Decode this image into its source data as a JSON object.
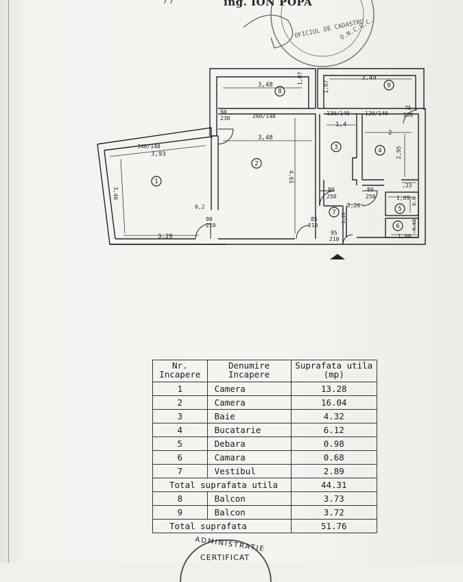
{
  "header": {
    "engineer": "ing. ION POPA",
    "signature_mark": "/ /"
  },
  "stamp_top": {
    "text1": "OFICIUL DE CADASTRU",
    "text2": "O.N.C.G.C."
  },
  "plan": {
    "dims": {
      "d_348_top": "3,48",
      "d_107_left": "1,07",
      "d_107_right": "1,07",
      "d_349": "3,49",
      "d_340_140": "340/140",
      "d_393": "3,93",
      "d_90_230": "90\n230",
      "d_90": "90",
      "d_230": "230",
      "d_260_140": "260/140",
      "d_348_mid": "3,48",
      "d_130_140": "130/140",
      "d_120_140": "120/140",
      "d_75": "75",
      "d_230b": "230",
      "d_14": "1,4",
      "d_2": "2",
      "d_295": "2,95",
      "d_346": "3,46",
      "d_461": "4,61",
      "d_80a": "80",
      "d_250a": "250",
      "d_80b": "80",
      "d_250b": "250",
      "d_23": ",23",
      "d_109a": "1,09",
      "d_09": "0,9",
      "d_02": "0,2",
      "d_226": "2,26",
      "d_90d": "90",
      "d_210d": "210",
      "d_85": "85",
      "d_210e": "210",
      "d_128": "1,28",
      "d_062": "0,62",
      "d_329": "3,29",
      "d_95": "95",
      "d_210f": "210",
      "d_109b": "1,09"
    },
    "rooms": [
      "1",
      "2",
      "3",
      "4",
      "5",
      "6",
      "7",
      "8",
      "9"
    ]
  },
  "table": {
    "headers": {
      "nr": [
        "Nr.",
        "Incapere"
      ],
      "name": [
        "Denumire",
        "Incapere"
      ],
      "area": [
        "Suprafata utila",
        "(mp)"
      ]
    },
    "rows": [
      {
        "nr": "1",
        "name": "Camera",
        "area": "13.28"
      },
      {
        "nr": "2",
        "name": "Camera",
        "area": "16.04"
      },
      {
        "nr": "3",
        "name": "Baie",
        "area": "4.32"
      },
      {
        "nr": "4",
        "name": "Bucatarie",
        "area": "6.12"
      },
      {
        "nr": "5",
        "name": "Debara",
        "area": "0.98"
      },
      {
        "nr": "6",
        "name": "Camara",
        "area": "0.68"
      },
      {
        "nr": "7",
        "name": "Vestibul",
        "area": "2.89"
      }
    ],
    "total_useful": {
      "label": "Total suprafata utila",
      "value": "44.31"
    },
    "balconies": [
      {
        "nr": "8",
        "name": "Balcon",
        "area": "3.73"
      },
      {
        "nr": "9",
        "name": "Balcon",
        "area": "3.72"
      }
    ],
    "total": {
      "label": "Total suprafata",
      "value": "51.76"
    }
  },
  "stamp_bottom": {
    "text1": "ADMINISTRATIE",
    "text2": "CERTIFICAT"
  }
}
